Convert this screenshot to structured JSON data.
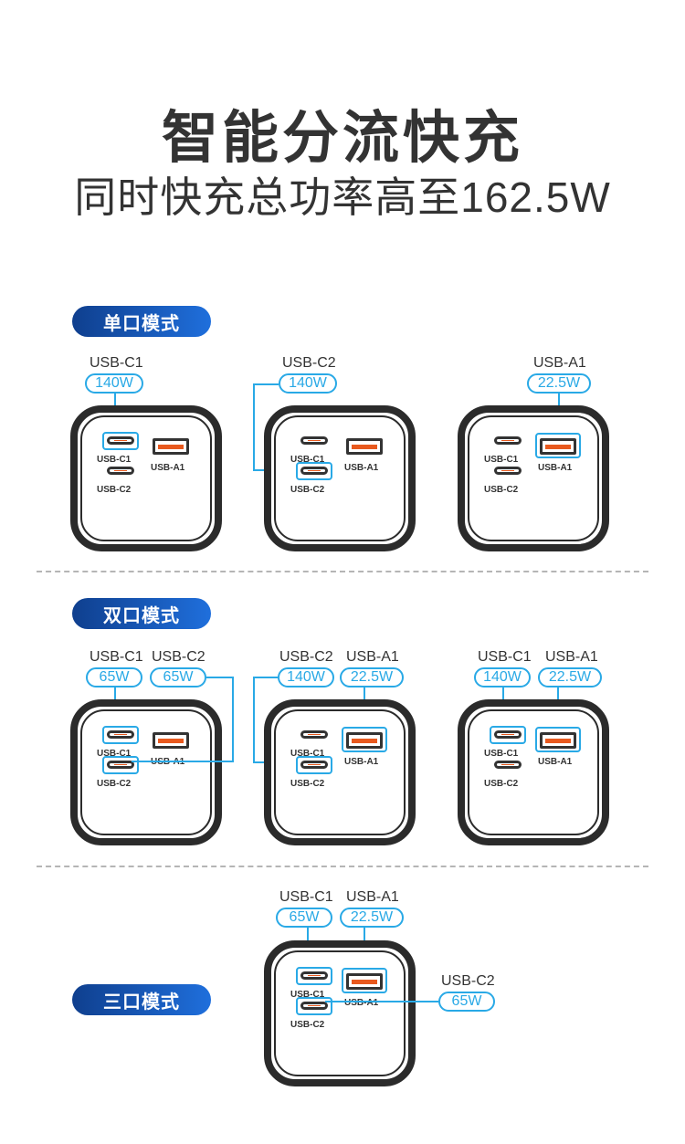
{
  "header": {
    "title": "智能分流快充",
    "subtitle": "同时快充总功率高至162.5W"
  },
  "modes": {
    "single": "单口模式",
    "dual": "双口模式",
    "triple": "三口模式"
  },
  "ports": {
    "c1": "USB-C1",
    "c2": "USB-C2",
    "a1": "USB-A1"
  },
  "power": {
    "w140": "140W",
    "w65": "65W",
    "w22_5": "22.5W"
  },
  "colors": {
    "accent": "#29a9e6",
    "badge_start": "#0f3f8e",
    "badge_end": "#1f6fdc",
    "port_highlight": "#e8591e"
  }
}
